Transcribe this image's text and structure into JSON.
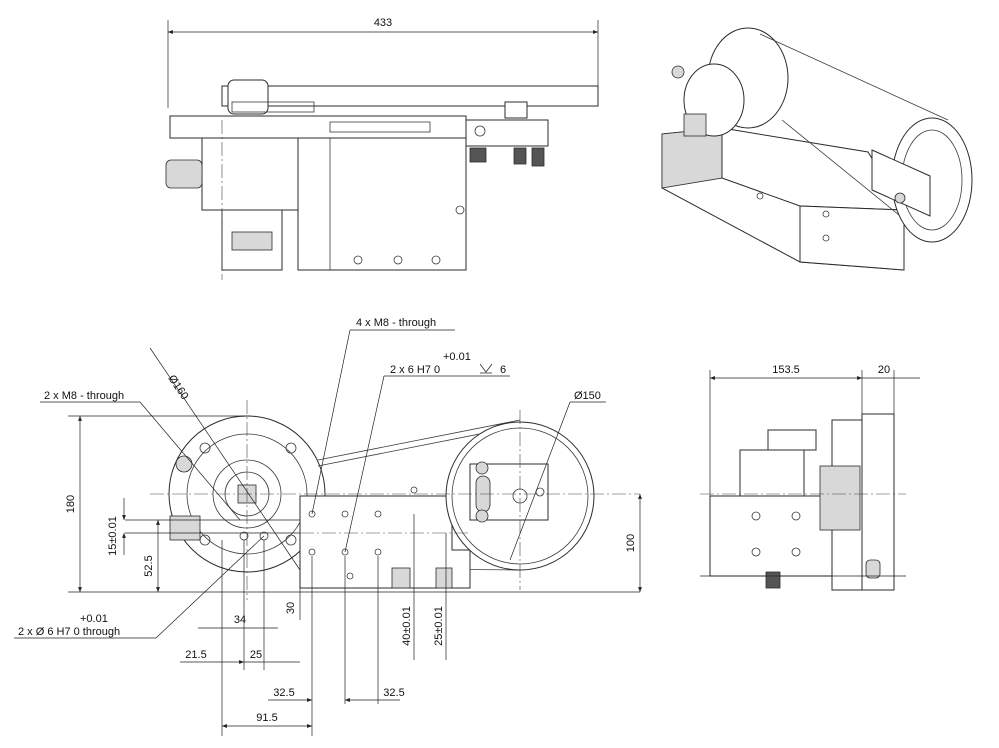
{
  "top_view": {
    "overall_length": "433"
  },
  "front_view": {
    "labels": {
      "through_holes_4": "4 x M8 - through",
      "pin_holes_tol_upper": "+0.01",
      "pin_holes": "2 x  6 H7   0",
      "pin_holes_depth": "6",
      "diameter_large": "Ø160",
      "diameter_small": "Ø150",
      "through_holes_2": "2 x M8 - through",
      "bottom_holes_tol_upper": "+0.01",
      "bottom_holes": "2 x Ø 6 H7  0   through"
    },
    "dimensions": {
      "height_overall": "180",
      "offset_15": "15±0.01",
      "height_52": "52.5",
      "height_100": "100",
      "offset_30": "30",
      "h_34": "34",
      "h_21": "21.5",
      "h_25": "25",
      "v_40": "40±0.01",
      "v_25": "25±0.01",
      "h_32a": "32.5",
      "h_32b": "32.5",
      "h_91": "91.5"
    }
  },
  "side_view": {
    "width_main": "153.5",
    "width_pulley": "20"
  }
}
